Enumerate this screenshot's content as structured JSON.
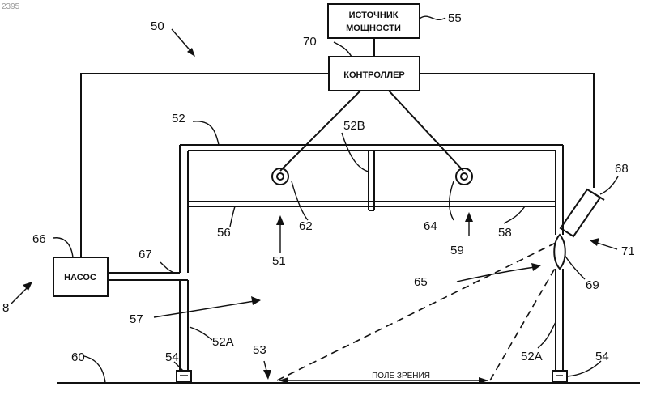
{
  "stamp": "2395",
  "boxes": {
    "power_line1": "ИСТОЧНИК",
    "power_line2": "МОЩНОСТИ",
    "controller": "КОНТРОЛЛЕР",
    "pump": "НАСОС"
  },
  "field_of_view": "ПОЛЕ ЗРЕНИЯ",
  "refs": {
    "r50": "50",
    "r55": "55",
    "r70": "70",
    "r52": "52",
    "r52b": "52B",
    "r68": "68",
    "r66": "66",
    "r67": "67",
    "r56": "56",
    "r62": "62",
    "r51": "51",
    "r64": "64",
    "r59": "59",
    "r58": "58",
    "r71": "71",
    "r65": "65",
    "r69": "69",
    "r8": "8",
    "r57": "57",
    "r52a_left": "52A",
    "r52a_right": "52A",
    "r53": "53",
    "r60": "60",
    "r54_left": "54",
    "r54_right": "54"
  }
}
